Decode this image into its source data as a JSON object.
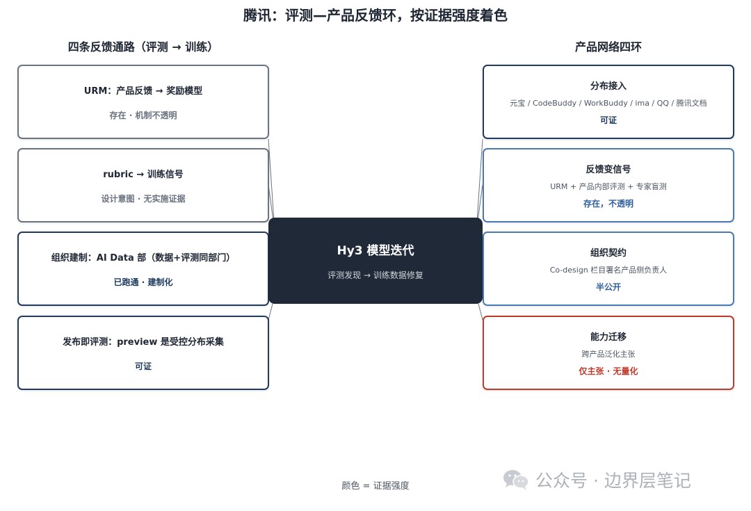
{
  "title": "腾讯：评测—产品反馈环，按证据强度着色",
  "left_column": {
    "heading": "四条反馈通路（评测 → 训练）",
    "cards": [
      {
        "title": "URM：产品反馈 → 奖励模型",
        "status": "存在 · 机制不透明",
        "border": "#6b7280",
        "status_color": "#6b7280"
      },
      {
        "title": "rubric → 训练信号",
        "status": "设计意图 · 无实施证据",
        "border": "#6b7280",
        "status_color": "#6b7280"
      },
      {
        "title": "组织建制：AI Data 部（数据+评测同部门）",
        "status": "已跑通 · 建制化",
        "border": "#1e3a5f",
        "status_color": "#1e3a5f"
      },
      {
        "title": "发布即评测：preview 是受控分布采集",
        "status": "可证",
        "border": "#1e3a5f",
        "status_color": "#1e3a5f"
      }
    ]
  },
  "center": {
    "title": "Hy3 模型迭代",
    "subtitle": "评测发现 → 训练数据修复"
  },
  "right_column": {
    "heading": "产品网络四环",
    "cards": [
      {
        "title": "分布接入",
        "subtitle": "元宝 / CodeBuddy / WorkBuddy / ima / QQ / 腾讯文档",
        "status": "可证",
        "border": "#1e3a5f",
        "status_color": "#1e3a5f"
      },
      {
        "title": "反馈变信号",
        "subtitle": "URM + 产品内部评测 + 专家盲测",
        "status": "存在，不透明",
        "border": "#4a7ab5",
        "status_color": "#2f5f9e"
      },
      {
        "title": "组织契约",
        "subtitle": "Co-design 栏目署名产品侧负责人",
        "status": "半公开",
        "border": "#4a7ab5",
        "status_color": "#2f5f9e"
      },
      {
        "title": "能力迁移",
        "subtitle": "跨产品泛化主张",
        "status": "仅主张 · 无量化",
        "border": "#c0392b",
        "status_color": "#c0392b"
      }
    ]
  },
  "footer": "颜色 = 证据强度",
  "watermark": "公众号 · 边界层笔记",
  "colors": {
    "center_bg": "#1f2937",
    "connector": "#6b7280"
  }
}
